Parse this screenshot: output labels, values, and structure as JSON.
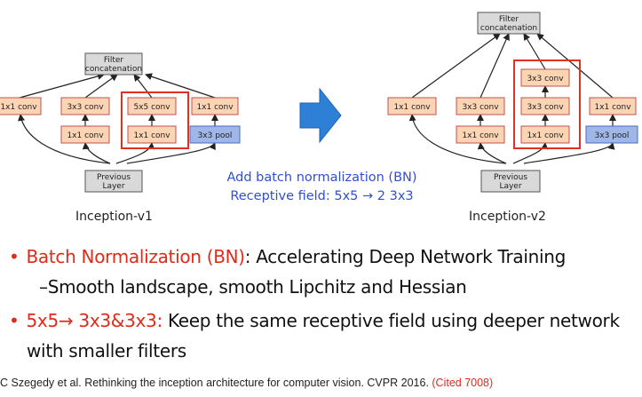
{
  "diagram": {
    "v1": {
      "concat": [
        "Filter",
        "concatenation"
      ],
      "conv1x1_a": "1x1 conv",
      "conv3x3": "3x3 conv",
      "conv5x5": "5x5 conv",
      "conv1x1_d": "1x1 conv",
      "conv1x1_b": "1x1 conv",
      "conv1x1_c": "1x1 conv",
      "pool": "3x3 pool",
      "prev": [
        "Previous",
        "Layer"
      ],
      "caption": "Inception-v1"
    },
    "v2": {
      "concat": [
        "Filter",
        "concatenation"
      ],
      "conv1x1_a": "1x1 conv",
      "conv3x3": "3x3 conv",
      "stack_top": "3x3 conv",
      "stack_mid": "3x3 conv",
      "conv1x1_d": "1x1 conv",
      "conv1x1_b": "1x1 conv",
      "conv1x1_c": "1x1 conv",
      "pool": "3x3 pool",
      "prev": [
        "Previous",
        "Layer"
      ],
      "caption": "Inception-v2"
    },
    "note": {
      "line1": "Add batch normalization (BN)",
      "line2": "Receptive field: 5x5 → 2 3x3"
    },
    "colors": {
      "conv": "#fbd4b4",
      "pool": "#9fb6e8",
      "gray": "#d9d9d9",
      "highlight": "#e0301e",
      "arrow": "#2e7fd6",
      "accent": "#e02a1a",
      "note": "#2f4fd6"
    }
  },
  "bullets": {
    "b1_red": "Batch Normalization (BN)",
    "b1_rest": ": Accelerating Deep Network Training",
    "sub_dash": "–",
    "sub_text": "Smooth landscape, smooth Lipchitz and Hessian",
    "b2_red": "5x5→ 3x3&3x3:",
    "b2_rest": " Keep the same receptive field using deeper network",
    "b2_cont": "with smaller filters",
    "bullet_char": "•"
  },
  "citation": {
    "text": "C Szegedy et al. Rethinking the inception architecture for computer vision. CVPR 2016. ",
    "cited": "(Cited 7008)"
  }
}
